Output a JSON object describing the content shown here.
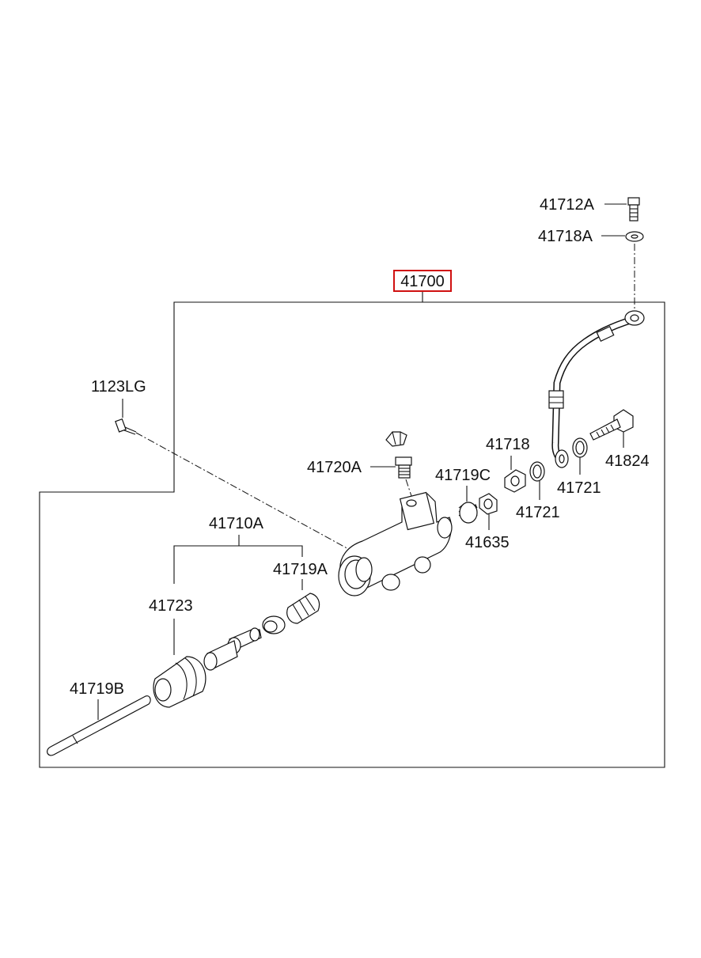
{
  "diagram": {
    "assembly_label": "41700",
    "highlight_color": "#d01010",
    "labels": {
      "p41712A": "41712A",
      "p41718A": "41718A",
      "p1123LG": "1123LG",
      "p41720A": "41720A",
      "p41718": "41718",
      "p41719C": "41719C",
      "p41824": "41824",
      "p41721_right": "41721",
      "p41721_left": "41721",
      "p41635": "41635",
      "p41710A": "41710A",
      "p41719A": "41719A",
      "p41723": "41723",
      "p41719B": "41719B"
    }
  }
}
